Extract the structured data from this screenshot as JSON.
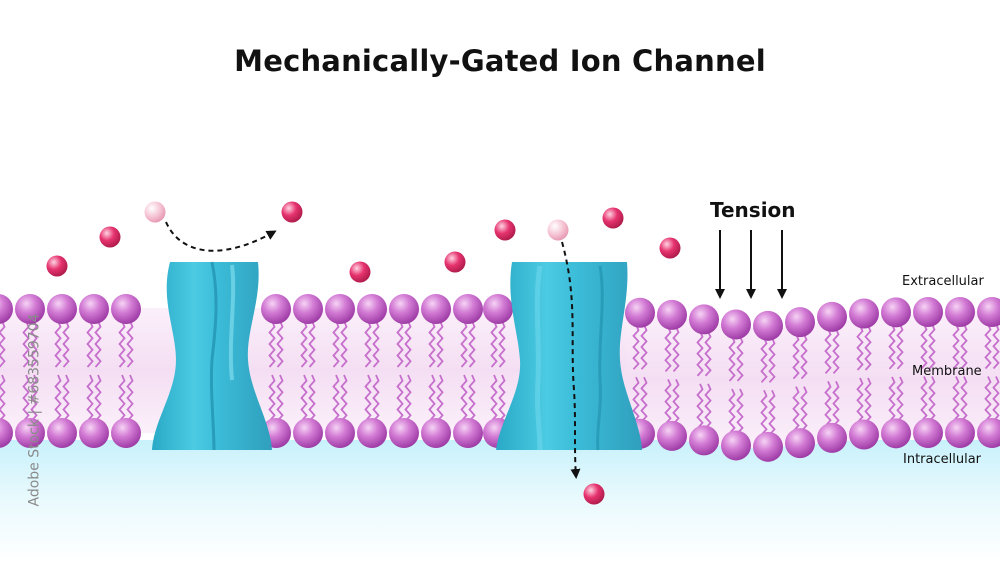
{
  "title": "Mechanically-Gated Ion Channel",
  "labels": {
    "extracellular": "Extracellular",
    "membrane": "Membrane",
    "intracellular": "Intracellular",
    "tension": "Tension"
  },
  "watermark": "Adobe Stock | #683559704",
  "colors": {
    "lipid_head": "#c35cc9",
    "lipid_tail": "#c66fcc",
    "membrane_bg": "#f7e8f6",
    "channel": "#3fc2dc",
    "ion": "#e0306a",
    "ion_light": "#f3b8cb",
    "cytoplasm": "#d6f4fb"
  },
  "icons": [
    "ion-particle",
    "dashed-arrow",
    "tension-arrow"
  ]
}
